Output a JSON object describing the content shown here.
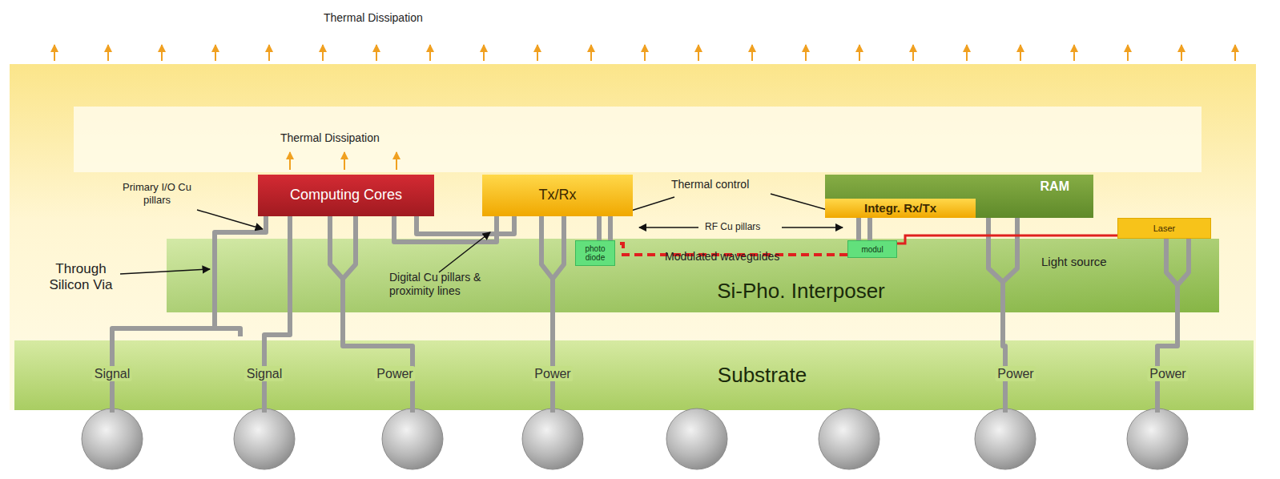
{
  "diagram": {
    "nodes": [
      {
        "text": [
          "Computing Cores"
        ]
      },
      {
        "text": [
          "Tx/Rx"
        ]
      },
      {
        "text": [
          "RAM"
        ]
      },
      {
        "text": [
          "Integr. Rx/Tx"
        ],
        "in": 2
      },
      {
        "text": [
          "Laser"
        ]
      },
      {
        "text": [
          "Si-Pho. Interposer"
        ]
      },
      {
        "text": [
          "photo diode"
        ],
        "in": 5
      },
      {
        "text": [
          "modul"
        ],
        "in": 5
      },
      {
        "text": [
          "Substrate"
        ]
      }
    ],
    "edges": [
      {
        "from": 4,
        "to": 7,
        "arrow": "none"
      },
      {
        "from": 7,
        "to": 6,
        "arrow": "none"
      }
    ],
    "labels": [
      "Thermal Dissipation",
      "Thermal Dissipation",
      "Primary I/O Cu pillars",
      "Thermal control",
      "RF Cu pillars",
      "Through Silicon Via",
      "Digital Cu pillars & proximity lines",
      "Modulated waveguides",
      "Light source",
      "Signal",
      "Signal",
      "Power",
      "Power",
      "Power",
      "Power"
    ]
  }
}
